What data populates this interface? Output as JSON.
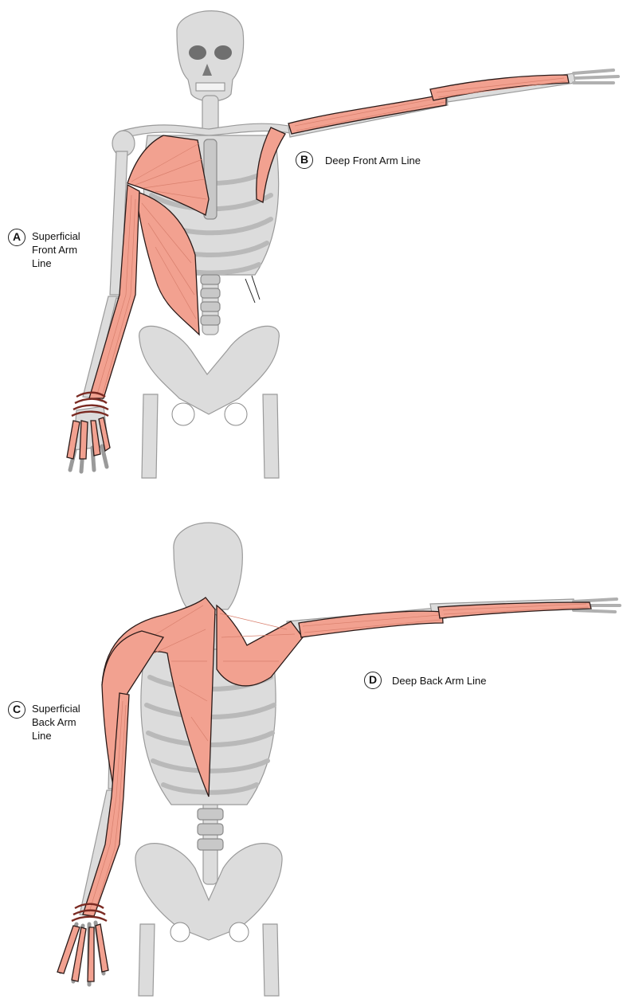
{
  "labels": {
    "A": {
      "letter": "A",
      "text": "Superficial\nFront Arm\nLine"
    },
    "B": {
      "letter": "B",
      "text": "Deep Front Arm Line"
    },
    "C": {
      "letter": "C",
      "text": "Superficial\nBack Arm\nLine"
    },
    "D": {
      "letter": "D",
      "text": "Deep Back Arm Line"
    }
  },
  "colors": {
    "muscle": "#f2a190",
    "bone": "#dcdcdc",
    "outline": "#2a1a18"
  }
}
